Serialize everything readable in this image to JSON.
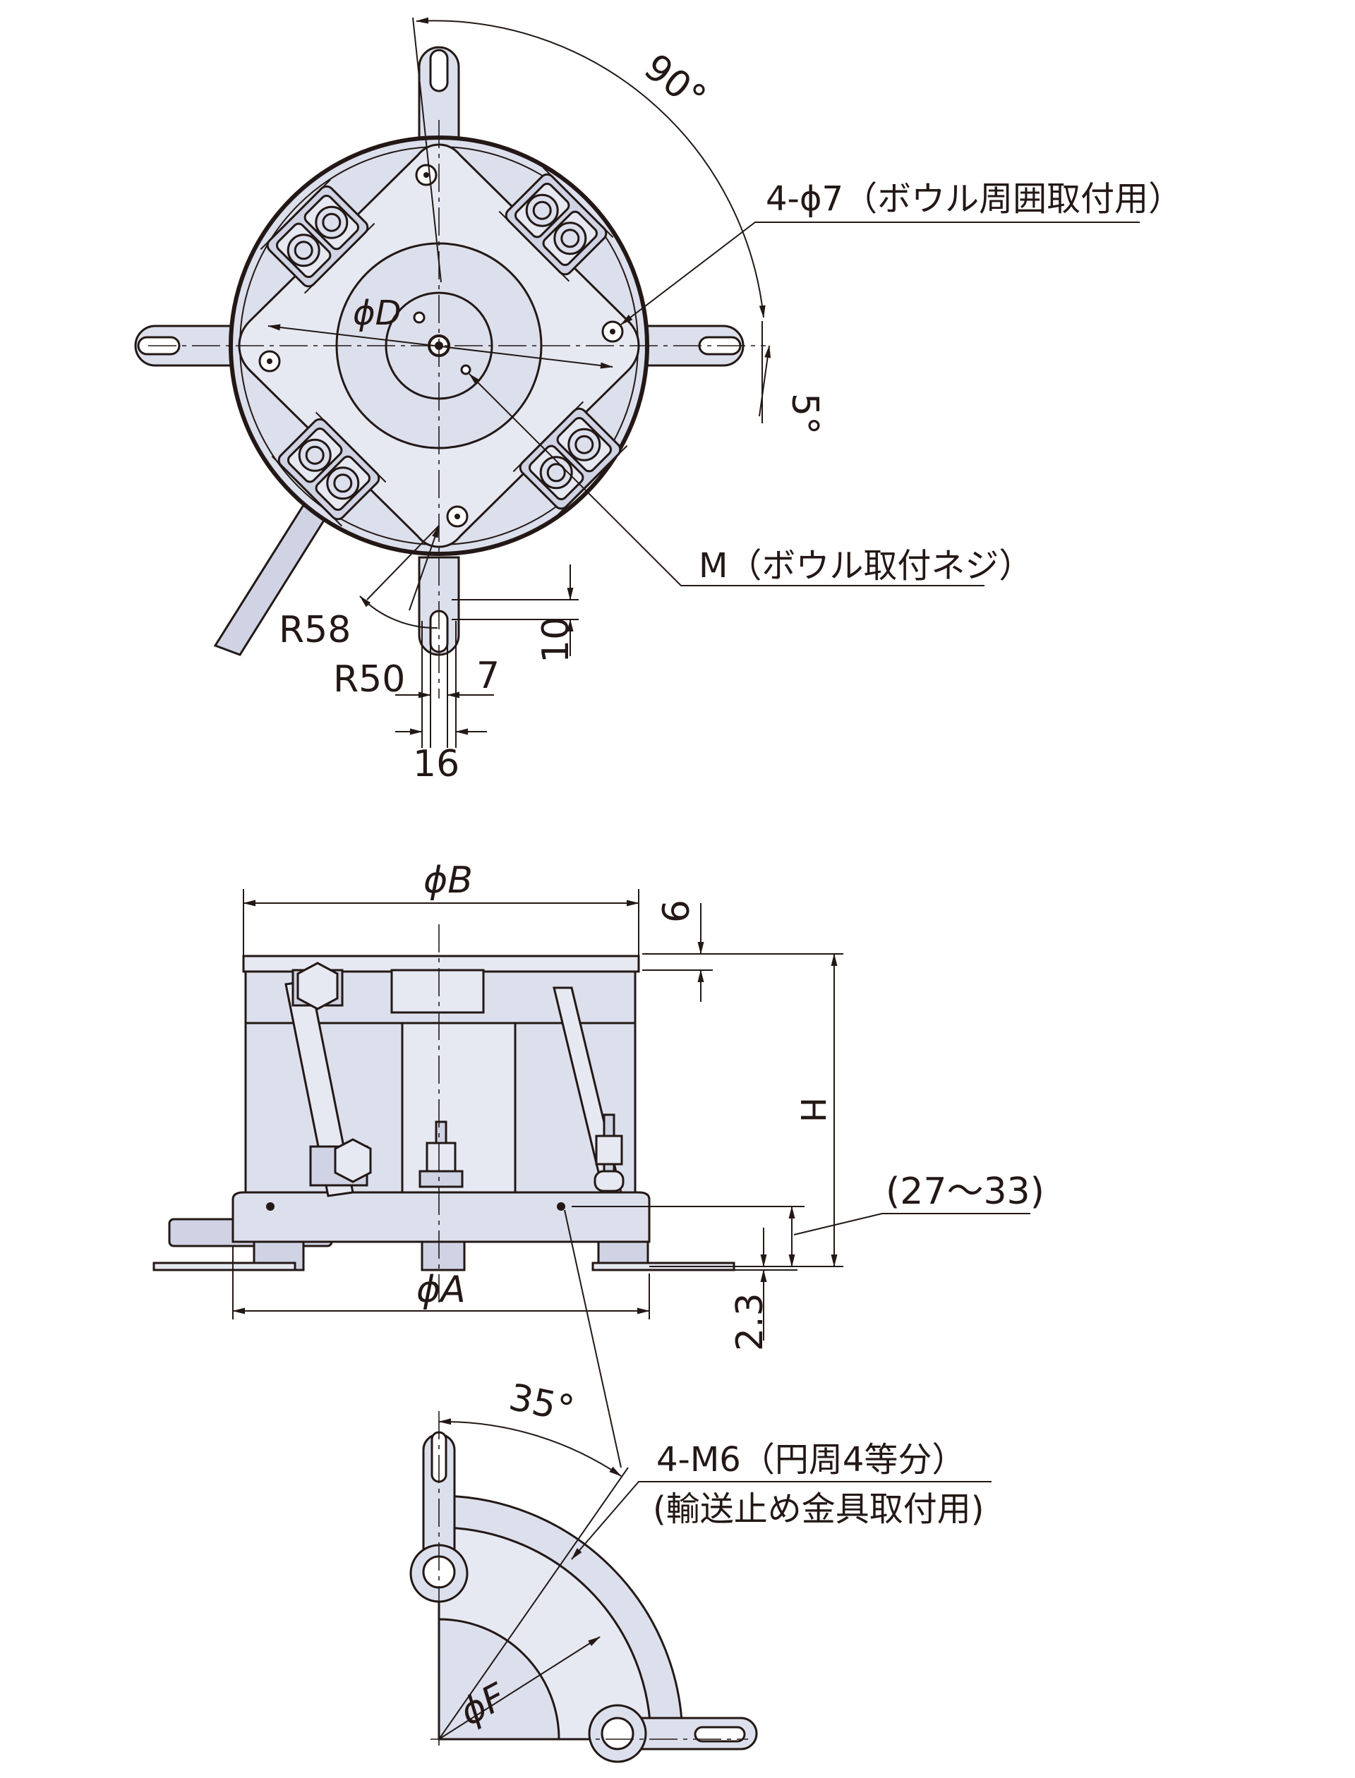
{
  "top_view": {
    "angle_90": "90°",
    "angle_5": "5°",
    "hole_callout": "4-ϕ7（ボウル周囲取付用）",
    "phi_d_label": "ϕD",
    "thread_callout": "M（ボウル取付ネジ）",
    "r58": "R58",
    "r50": "R50",
    "dim_7": "7",
    "dim_10": "10",
    "dim_16": "16"
  },
  "side_view": {
    "phi_b_label": "ϕB",
    "dim_9": "9",
    "h_label": "H",
    "range_label": "(27～33)",
    "phi_a_label": "ϕA",
    "dim_2_3": "2.3"
  },
  "partial_view": {
    "angle_35": "35°",
    "tap_callout_line1": "4-M6（円周4等分）",
    "tap_callout_line2": "(輸送止め金具取付用)",
    "phi_f_label": "ϕF"
  },
  "colors": {
    "line": "#231815",
    "body_fill": "#dcdfec",
    "background": "#ffffff"
  }
}
